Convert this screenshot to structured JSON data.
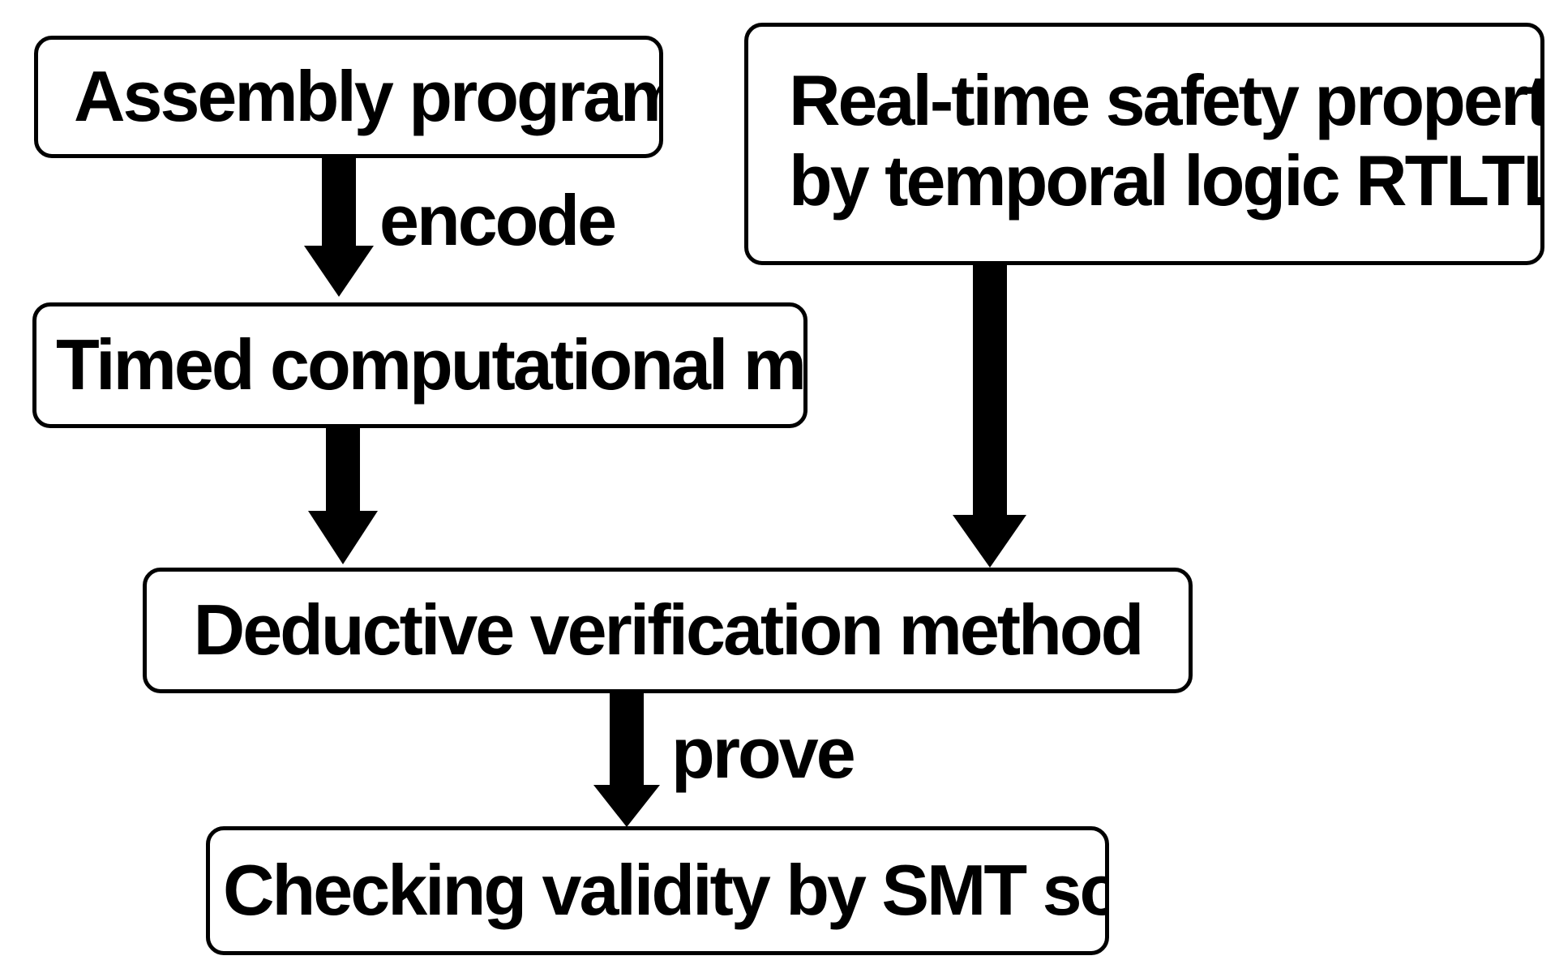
{
  "nodes": {
    "assembly_program": "Assembly program",
    "realtime_properties": {
      "line1": "Real-time safety properties",
      "line2": "by temporal logic RTLTL"
    },
    "timed_model": "Timed computational model",
    "deductive_method": "Deductive verification method",
    "smt_checking": "Checking validity by SMT solver"
  },
  "edges": {
    "encode_label": "encode",
    "prove_label": "prove"
  },
  "colors": {
    "stroke": "#000000",
    "background": "#ffffff"
  }
}
